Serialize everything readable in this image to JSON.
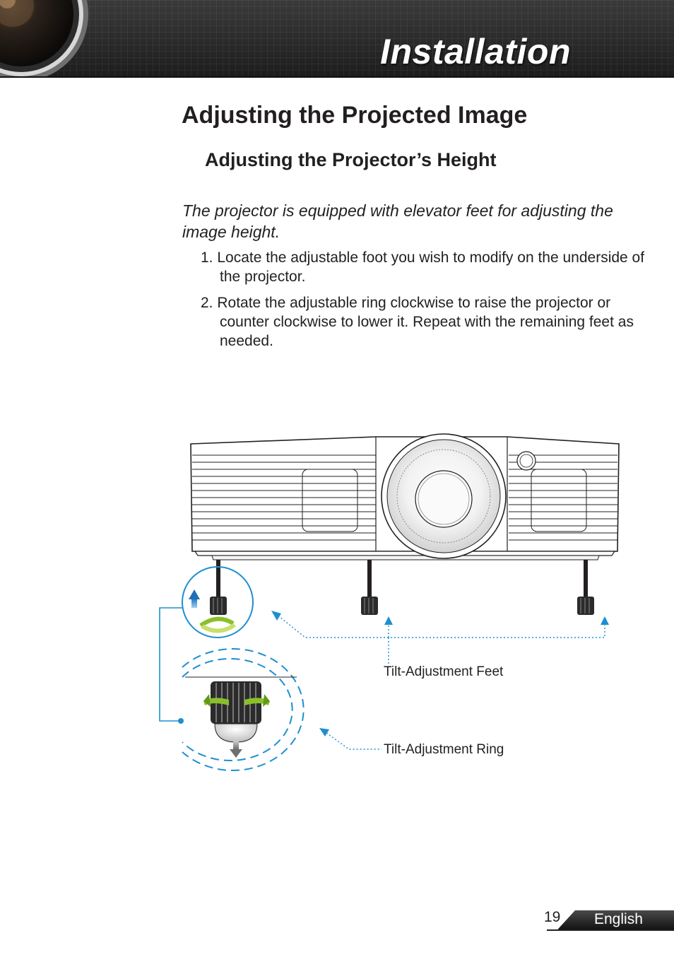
{
  "header": {
    "title": "Installation"
  },
  "section": {
    "title": "Adjusting the Projected Image"
  },
  "subsection": {
    "title": "Adjusting the Projector’s Height"
  },
  "intro": "The projector is equipped with elevator feet for adjusting the image height.",
  "steps": [
    "1. Locate the adjustable foot you wish to modify on the underside of the projector.",
    "2. Rotate the adjustable ring clockwise to raise the projector or counter clockwise to lower it. Repeat with the remaining feet as needed."
  ],
  "figure": {
    "label_feet": "Tilt-Adjustment Feet",
    "label_ring": "Tilt-Adjustment Ring"
  },
  "footer": {
    "page_number": "19",
    "language": "English"
  },
  "colors": {
    "callout_blue": "#1e8fd0",
    "arrow_green": "#8bbf2a",
    "header_dark": "#2a2a2a"
  }
}
